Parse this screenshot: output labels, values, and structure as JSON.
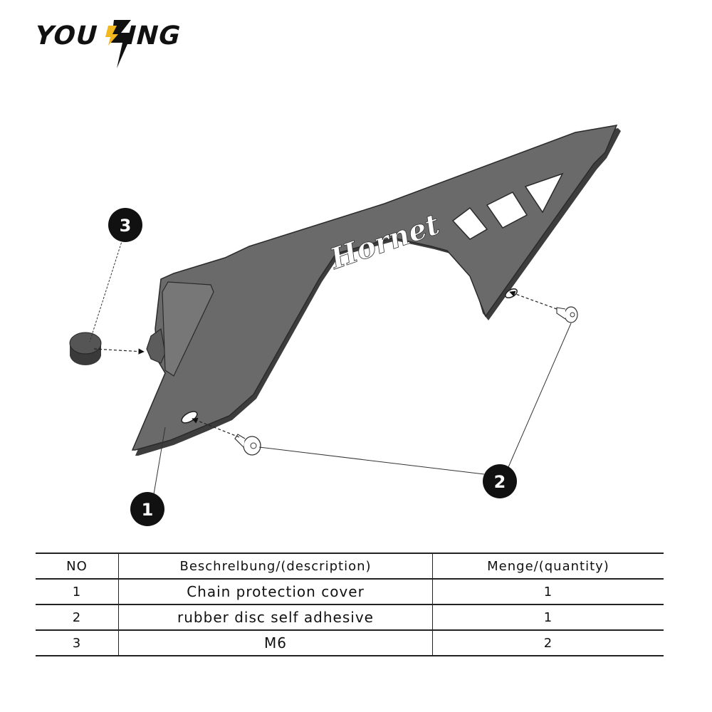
{
  "brand": {
    "name": "YOUZING",
    "accent_color": "#f2b81d"
  },
  "product": {
    "engraving": "Hornet",
    "color": "#6a6a6a"
  },
  "callouts": [
    "1",
    "2",
    "3"
  ],
  "table": {
    "headers": [
      "NO",
      "Beschrelbung/(description)",
      "Menge/(quantity)"
    ],
    "rows": [
      [
        "1",
        "Chain protection cover",
        "1"
      ],
      [
        "2",
        "rubber disc self adhesive",
        "1"
      ],
      [
        "3",
        "M6",
        "2"
      ]
    ]
  }
}
